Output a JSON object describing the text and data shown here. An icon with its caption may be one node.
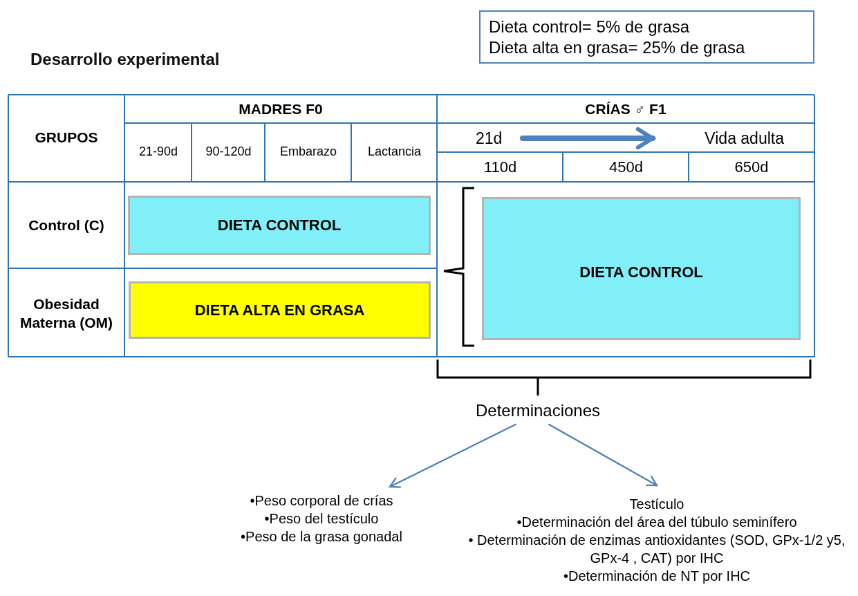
{
  "diagram": {
    "title": "Desarrollo experimental",
    "nodes": [
      {
        "text": [
          "Dieta control= 5% de grasa",
          "Dieta alta en grasa= 25% de grasa"
        ]
      },
      {
        "text": [
          "21d"
        ]
      },
      {
        "text": [
          "Vida adulta"
        ]
      },
      {
        "text": [
          "DIETA CONTROL"
        ]
      },
      {
        "text": [
          "DIETA ALTA EN GRASA"
        ]
      },
      {
        "text": [
          "DIETA CONTROL"
        ]
      },
      {
        "text": [
          "Determinaciones"
        ]
      },
      {
        "text": [
          "•Peso corporal de crías",
          "•Peso del testículo",
          "•Peso de la grasa gonadal"
        ]
      },
      {
        "text": [
          "Testículo",
          "•Determinación del área del túbulo seminífero",
          "• Determinación de enzimas antioxidantes (SOD, GPx-1/2 y5, GPx-4 , CAT) por IHC",
          "•Determinación de NT por IHC"
        ]
      }
    ],
    "edges": [
      {
        "from": 1,
        "to": 2,
        "arrow": "to",
        "style": "thick"
      },
      {
        "from": 6,
        "to": 7,
        "arrow": "to"
      },
      {
        "from": 6,
        "to": 8,
        "arrow": "to"
      }
    ],
    "labels": [
      "GRUPOS",
      "MADRES F0",
      "CRÍAS ♂ F1",
      "21-90d",
      "90-120d",
      "Embarazo",
      "Lactancia",
      "110d",
      "450d",
      "650d",
      "Control (C)",
      "Obesidad Materna (OM)"
    ]
  }
}
